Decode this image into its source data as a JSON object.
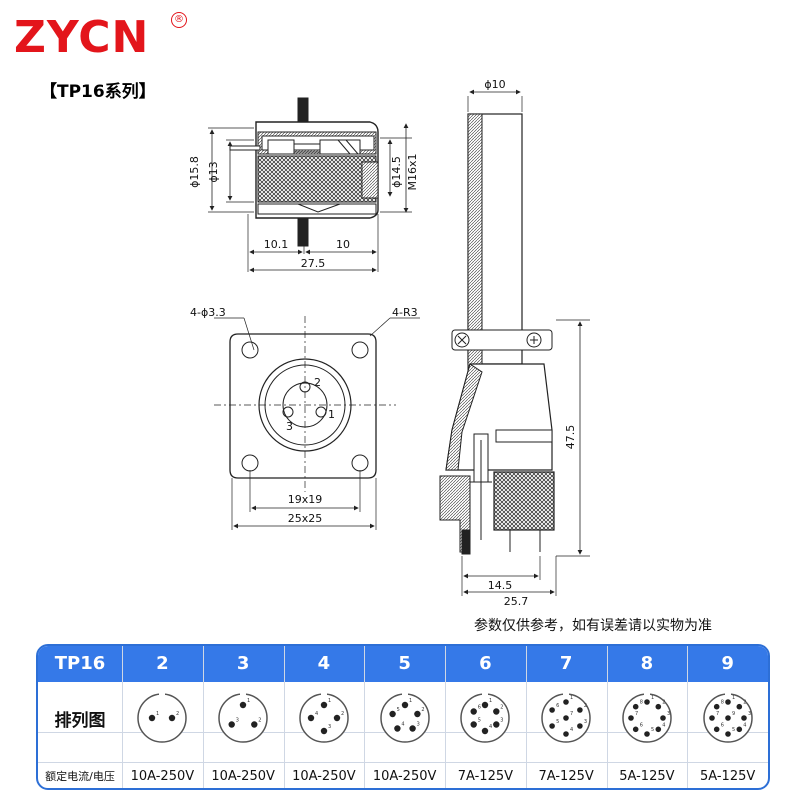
{
  "brand": {
    "name": "ZYCN",
    "registered_mark": "®"
  },
  "series_label": "【TP16系列】",
  "dimensions": {
    "phi10": "ϕ10",
    "phi15_8": "ϕ15.8",
    "phi13": "ϕ13",
    "phi14_5": "ϕ14.5",
    "m16x1": "M16x1",
    "len_10_1": "10.1",
    "len_10": "10",
    "len_27_5": "27.5",
    "holes": "4-ϕ3.3",
    "radius": "4-R3",
    "pin_1": "1",
    "pin_2": "2",
    "pin_3": "3",
    "span_19": "19x19",
    "span_25": "25x25",
    "height_47_5": "47.5",
    "len_14_5": "14.5",
    "len_25_7": "25.7"
  },
  "note": "参数仅供参考，如有误差请以实物为准",
  "table": {
    "model": "TP16",
    "pin_counts": [
      "2",
      "3",
      "4",
      "5",
      "6",
      "7",
      "8",
      "9"
    ],
    "layout_label": "排列图",
    "rating_label": "额定电流/电压",
    "ratings": [
      "10A-250V",
      "10A-250V",
      "10A-250V",
      "10A-250V",
      "7A-125V",
      "7A-125V",
      "5A-125V",
      "5A-125V"
    ],
    "pin_labels": [
      [
        "1",
        "2"
      ],
      [
        "1",
        "2",
        "3"
      ],
      [
        "1",
        "2",
        "3",
        "4"
      ],
      [
        "1",
        "2",
        "3",
        "4",
        "5"
      ],
      [
        "1",
        "2",
        "3",
        "4",
        "5",
        "6"
      ],
      [
        "1",
        "2",
        "3",
        "4",
        "5",
        "6",
        "7"
      ],
      [
        "1",
        "2",
        "3",
        "4",
        "5",
        "6",
        "7",
        "8"
      ],
      [
        "1",
        "2",
        "3",
        "4",
        "5",
        "6",
        "7",
        "8",
        "9"
      ]
    ]
  },
  "colors": {
    "brand_red": "#e3151b",
    "header_blue": "#3579e8",
    "border_blue": "#2d6fd6"
  }
}
